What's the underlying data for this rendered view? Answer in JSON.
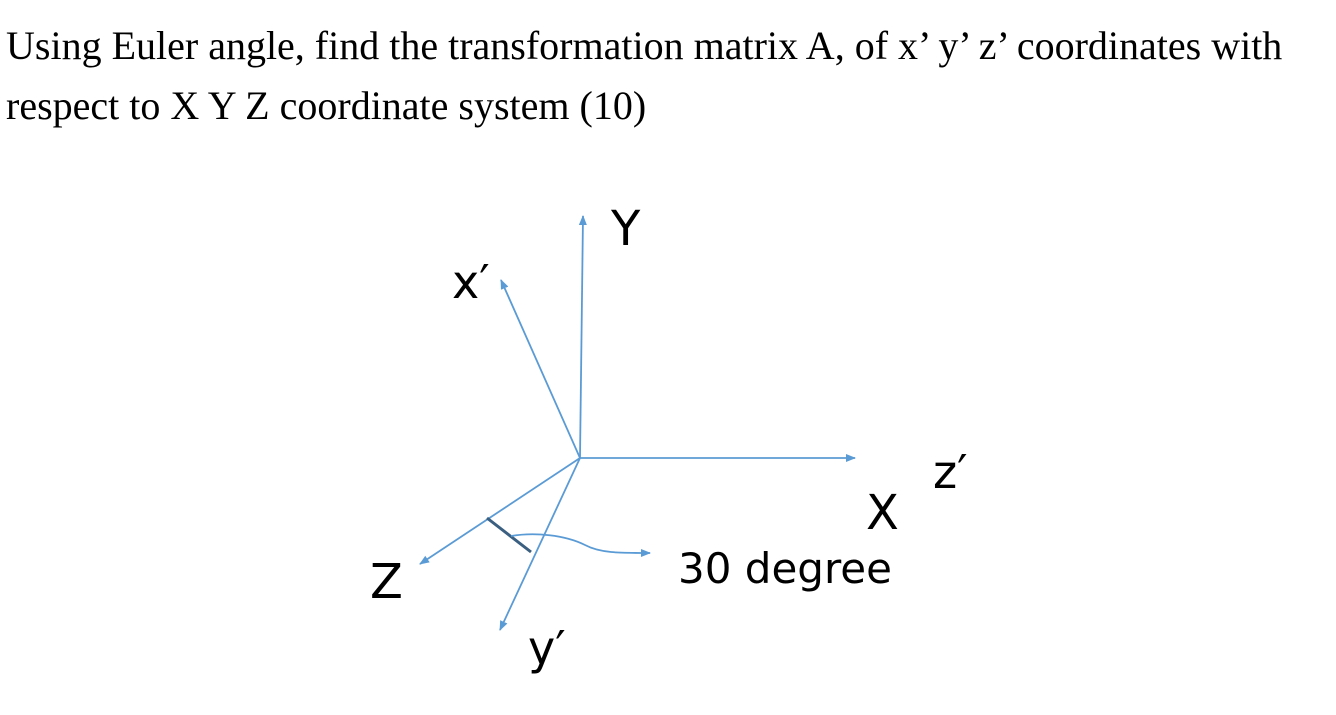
{
  "question": {
    "line1": "Using Euler angle, find the transformation matrix A, of x’ y’ z’ coordinates with",
    "line2": "respect to X Y Z coordinate system (10)"
  },
  "diagram": {
    "axis_color": "#5b9bd5",
    "angle_marker_color": "#3a5f80",
    "labels": {
      "Y": "Y",
      "X": "X",
      "Z": "Z",
      "x_prime": "x′",
      "y_prime": "y′",
      "z_prime": "z′",
      "angle": "30 degree"
    }
  }
}
